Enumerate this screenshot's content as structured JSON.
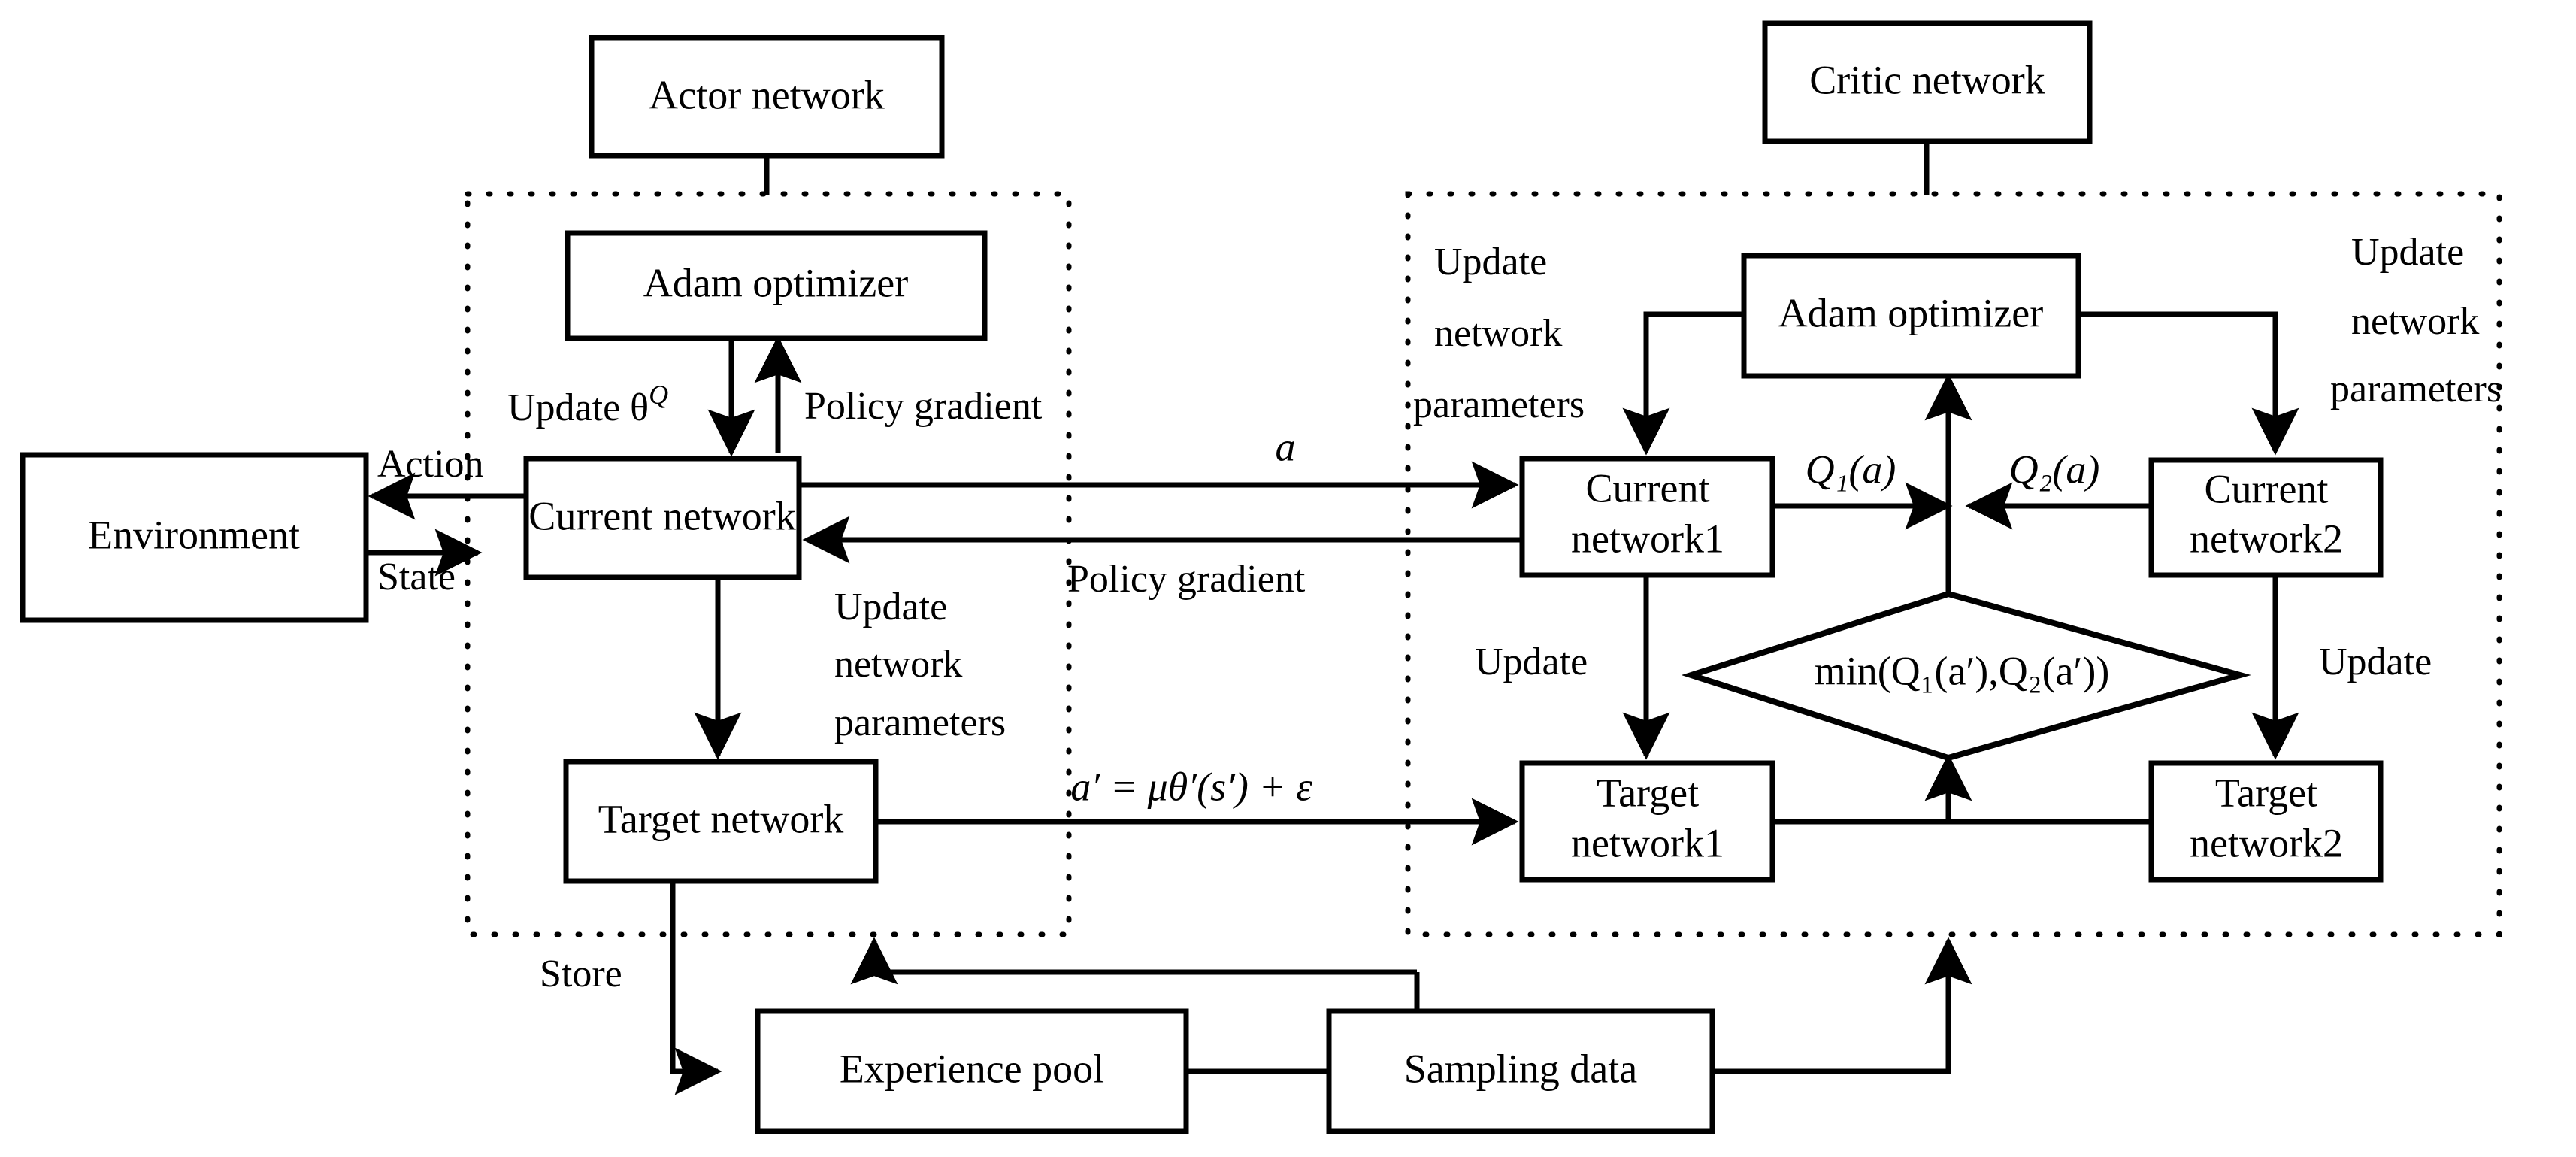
{
  "diagram": {
    "title": "Actor-Critic TD3 network architecture",
    "colors": {
      "stroke": "#000000",
      "fill": "#ffffff",
      "background": "#ffffff"
    },
    "groups": [
      {
        "name": "actor-group",
        "label": "Actor network"
      },
      {
        "name": "critic-group",
        "label": "Critic network"
      }
    ],
    "boxes": {
      "actor_network": "Actor network",
      "critic_network": "Critic network",
      "actor_adam": "Adam optimizer",
      "critic_adam": "Adam optimizer",
      "environment": "Environment",
      "actor_current": "Current network",
      "actor_target": "Target network",
      "critic_current1_line1": "Current",
      "critic_current1_line2": "network1",
      "critic_current2_line1": "Current",
      "critic_current2_line2": "network2",
      "critic_target1_line1": "Target",
      "critic_target1_line2": "network1",
      "critic_target2_line1": "Target",
      "critic_target2_line2": "network2",
      "experience_pool": "Experience pool",
      "sampling_data": "Sampling data",
      "min_node": "min(Q₁(a′),Q₂(a′))"
    },
    "edge_labels": {
      "action": "Action",
      "state": "State",
      "update_theta_q": "Update θ",
      "update_theta_q_sup": "Q",
      "policy_gradient_actor": "Policy gradient",
      "policy_gradient_critic": "Policy gradient",
      "a": "a",
      "update_net_params_actor_l1": "Update",
      "update_net_params_actor_l2": "network",
      "update_net_params_actor_l3": "parameters",
      "update_net_params_left_l1": "Update",
      "update_net_params_left_l2": "network",
      "update_net_params_left_l3": "parameters",
      "update_net_params_right_l1": "Update",
      "update_net_params_right_l2": "network",
      "update_net_params_right_l3": "parameters",
      "q1_a": "Q₁(a)",
      "q2_a": "Q₂(a)",
      "update_left": "Update",
      "update_right": "Update",
      "store": "Store",
      "a_prime_formula": "a′ = μθ′(s′) + ε"
    }
  }
}
